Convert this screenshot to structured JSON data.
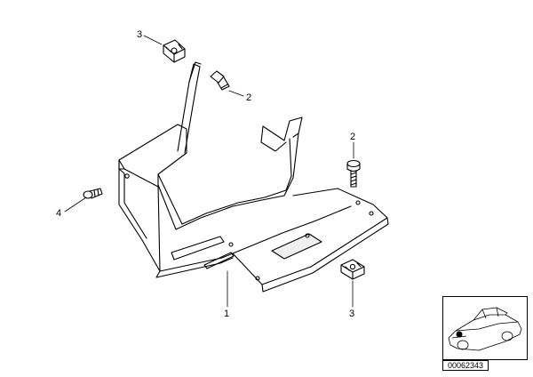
{
  "diagram": {
    "callouts": [
      {
        "id": "c-3-top",
        "label": "3"
      },
      {
        "id": "c-2-top",
        "label": "2"
      },
      {
        "id": "c-2-right",
        "label": "2"
      },
      {
        "id": "c-4-left",
        "label": "4"
      },
      {
        "id": "c-1-bottom",
        "label": "1"
      },
      {
        "id": "c-3-bottom",
        "label": "3"
      }
    ]
  },
  "thumbnail": {
    "image_number": "00062343"
  }
}
